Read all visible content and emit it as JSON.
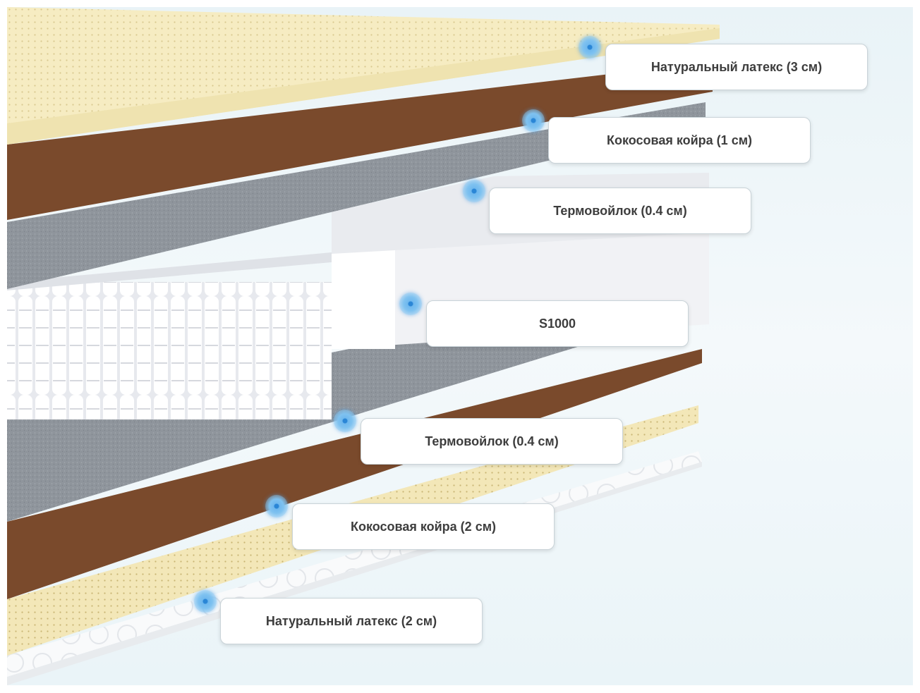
{
  "layers": [
    {
      "id": "latex-top",
      "label": "Натуральный латекс (3 см)"
    },
    {
      "id": "coir-top",
      "label": "Кокосовая койра (1 см)"
    },
    {
      "id": "felt-top",
      "label": "Термовойлок (0.4 см)"
    },
    {
      "id": "springs",
      "label": "S1000"
    },
    {
      "id": "felt-bottom",
      "label": "Термовойлок (0.4 см)"
    },
    {
      "id": "coir-bottom",
      "label": "Кокосовая койра (2 см)"
    },
    {
      "id": "latex-bottom",
      "label": "Натуральный латекс (2 см)"
    }
  ],
  "colors": {
    "latex": "#f6ecc2",
    "coir": "#7a4a2c",
    "felt": "#8f959c",
    "spring_block": "#f5f6f8",
    "marker": "#6fb8ee"
  }
}
